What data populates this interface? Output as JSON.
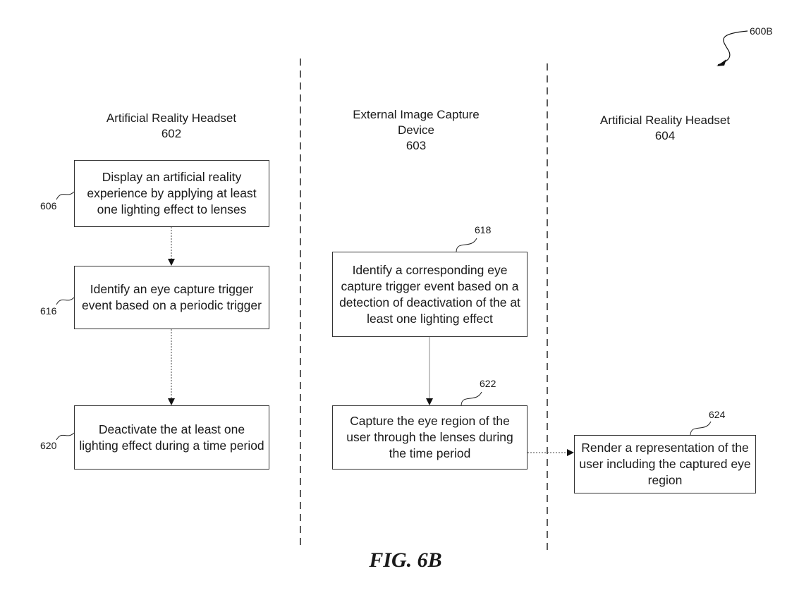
{
  "figure": {
    "label": "FIG. 6B",
    "ref": "600B"
  },
  "lanes": [
    {
      "title": "Artificial Reality Headset",
      "ref": "602"
    },
    {
      "title": "External Image Capture Device",
      "ref": "603"
    },
    {
      "title": "Artificial Reality Headset",
      "ref": "604"
    }
  ],
  "steps": [
    {
      "ref": "606",
      "lane": 0,
      "text": "Display an artificial reality experience by applying at least one lighting effect to lenses"
    },
    {
      "ref": "616",
      "lane": 0,
      "text": "Identify an eye capture trigger event based on a periodic trigger"
    },
    {
      "ref": "620",
      "lane": 0,
      "text": "Deactivate the at least one lighting effect during a time period"
    },
    {
      "ref": "618",
      "lane": 1,
      "text": "Identify a corresponding eye capture trigger event based on a detection of deactivation of the at least one lighting effect"
    },
    {
      "ref": "622",
      "lane": 1,
      "text": "Capture the eye region of the user through the lenses during the time period"
    },
    {
      "ref": "624",
      "lane": 2,
      "text": "Render a representation of the user including the captured eye region"
    }
  ],
  "flows": [
    {
      "from": "606",
      "to": "616"
    },
    {
      "from": "616",
      "to": "620"
    },
    {
      "from": "618",
      "to": "622"
    },
    {
      "from": "622",
      "to": "624"
    }
  ]
}
